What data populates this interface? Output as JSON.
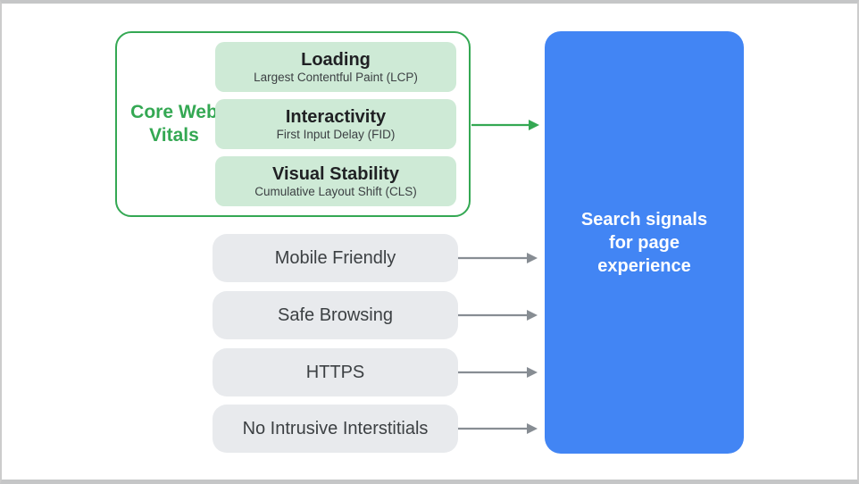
{
  "colors": {
    "green_accent": "#34a853",
    "green_light": "#ceead6",
    "blue_accent": "#4285f4",
    "gray_pill": "#e8eaed",
    "arrow_gray": "#878d93",
    "title_text": "#202124",
    "body_text": "#3c4043",
    "result_text": "#ffffff"
  },
  "core_web_vitals": {
    "label": "Core Web Vitals",
    "items": [
      {
        "title": "Loading",
        "subtitle": "Largest Contentful Paint (LCP)"
      },
      {
        "title": "Interactivity",
        "subtitle": "First Input Delay (FID)"
      },
      {
        "title": "Visual Stability",
        "subtitle": "Cumulative Layout Shift (CLS)"
      }
    ]
  },
  "other_signals": [
    {
      "label": "Mobile Friendly"
    },
    {
      "label": "Safe Browsing"
    },
    {
      "label": "HTTPS"
    },
    {
      "label": "No Intrusive Interstitials"
    }
  ],
  "result": {
    "label": "Search signals for page experience"
  }
}
